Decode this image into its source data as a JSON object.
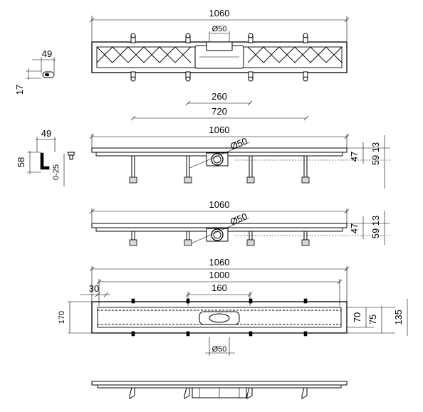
{
  "top_view": {
    "length_label": "1060",
    "outlet_label": "Ø50"
  },
  "foot_top": {
    "width_label": "49",
    "height_label": "17"
  },
  "side_view_1": {
    "dim_260": "260",
    "dim_720": "720",
    "length_label": "1060",
    "outlet_label": "Ø50",
    "dim_47": "47",
    "dim_59": "59",
    "dim_13": "13"
  },
  "foot_side": {
    "width_label": "49",
    "height_label": "58",
    "adjust_label": "0-25"
  },
  "side_view_2": {
    "length_label": "1060",
    "outlet_label": "Ø50",
    "dim_47": "47",
    "dim_59": "59",
    "dim_13": "13"
  },
  "plan_view": {
    "length_1060": "1060",
    "length_1000": "1000",
    "offset_30": "30",
    "grate_160": "160",
    "height_170": "170",
    "dim_70": "70",
    "dim_75": "75",
    "dim_135": "135",
    "outlet_label": "Ø50"
  }
}
